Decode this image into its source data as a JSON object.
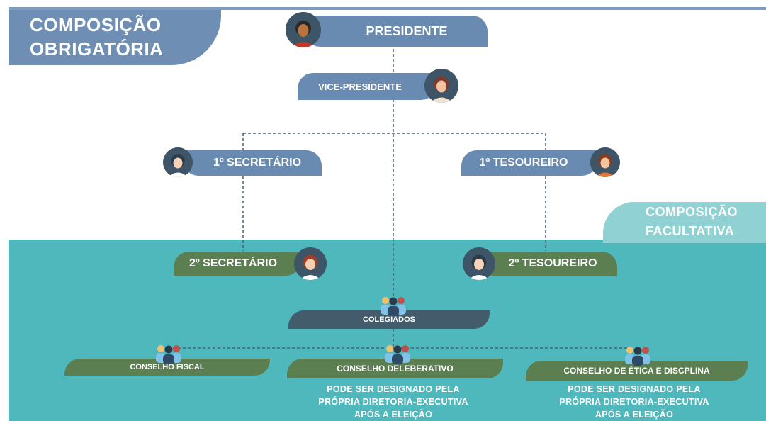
{
  "titles": {
    "obrigatoria": [
      "COMPOSIÇÃO",
      "OBRIGATÓRIA"
    ],
    "facultativa": [
      "COMPOSIÇÃO",
      "FACULTATIVA"
    ]
  },
  "roles": {
    "presidente": "PRESIDENTE",
    "vice_presidente": "VICE-PRESIDENTE",
    "primeiro_secretario": "1º SECRETÁRIO",
    "primeiro_tesoureiro": "1º TESOUREIRO",
    "segundo_secretario": "2º SECRETÁRIO",
    "segundo_tesoureiro": "2º TESOUREIRO",
    "colegiados": "COLEGIADOS",
    "conselho_fiscal": "CONSELHO FISCAL",
    "conselho_deliberativo": "CONSELHO DELEBERATIVO",
    "conselho_etica": "CONSELHO DE ÉTICA E DISCPLINA"
  },
  "notes": {
    "deliberativo": [
      "PODE SER DESIGNADO PELA",
      "PRÓPRIA DIRETORIA-EXECUTIVA",
      "APÓS A ELEIÇÃO"
    ],
    "etica": [
      "PODE SER DESIGNADO PELA",
      "PRÓPRIA DIRETORIA-EXECUTIVA",
      "APÓS A ELEIÇÃO"
    ]
  },
  "icons": {
    "person": "person-avatar-icon",
    "group": "group-people-icon"
  },
  "colors": {
    "blue_box": "#6a8bb1",
    "dark_box": "#435c6b",
    "green_box": "#5c7f51",
    "teal_background": "#4fb8bd",
    "facultativa_tab": "#90d1d4",
    "obrigatoria_tab": "#6e8eb3"
  }
}
